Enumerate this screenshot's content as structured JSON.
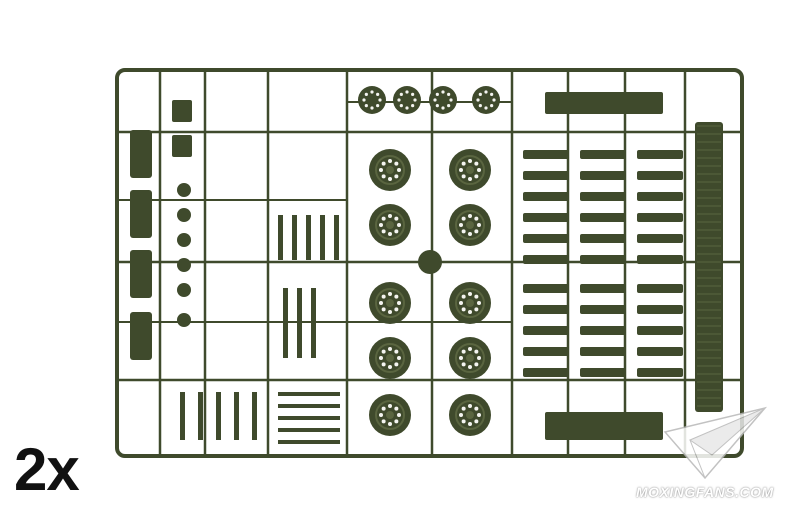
{
  "photo": {
    "subject": "plastic model kit sprue",
    "colors": {
      "plastic": "#3f4a2c",
      "plastic_light": "#5a6540",
      "background": "#ffffff"
    }
  },
  "quantity_label": "2x",
  "watermark": {
    "text": "MOXINGFANS.COM",
    "icon": "paper-plane-icon"
  }
}
